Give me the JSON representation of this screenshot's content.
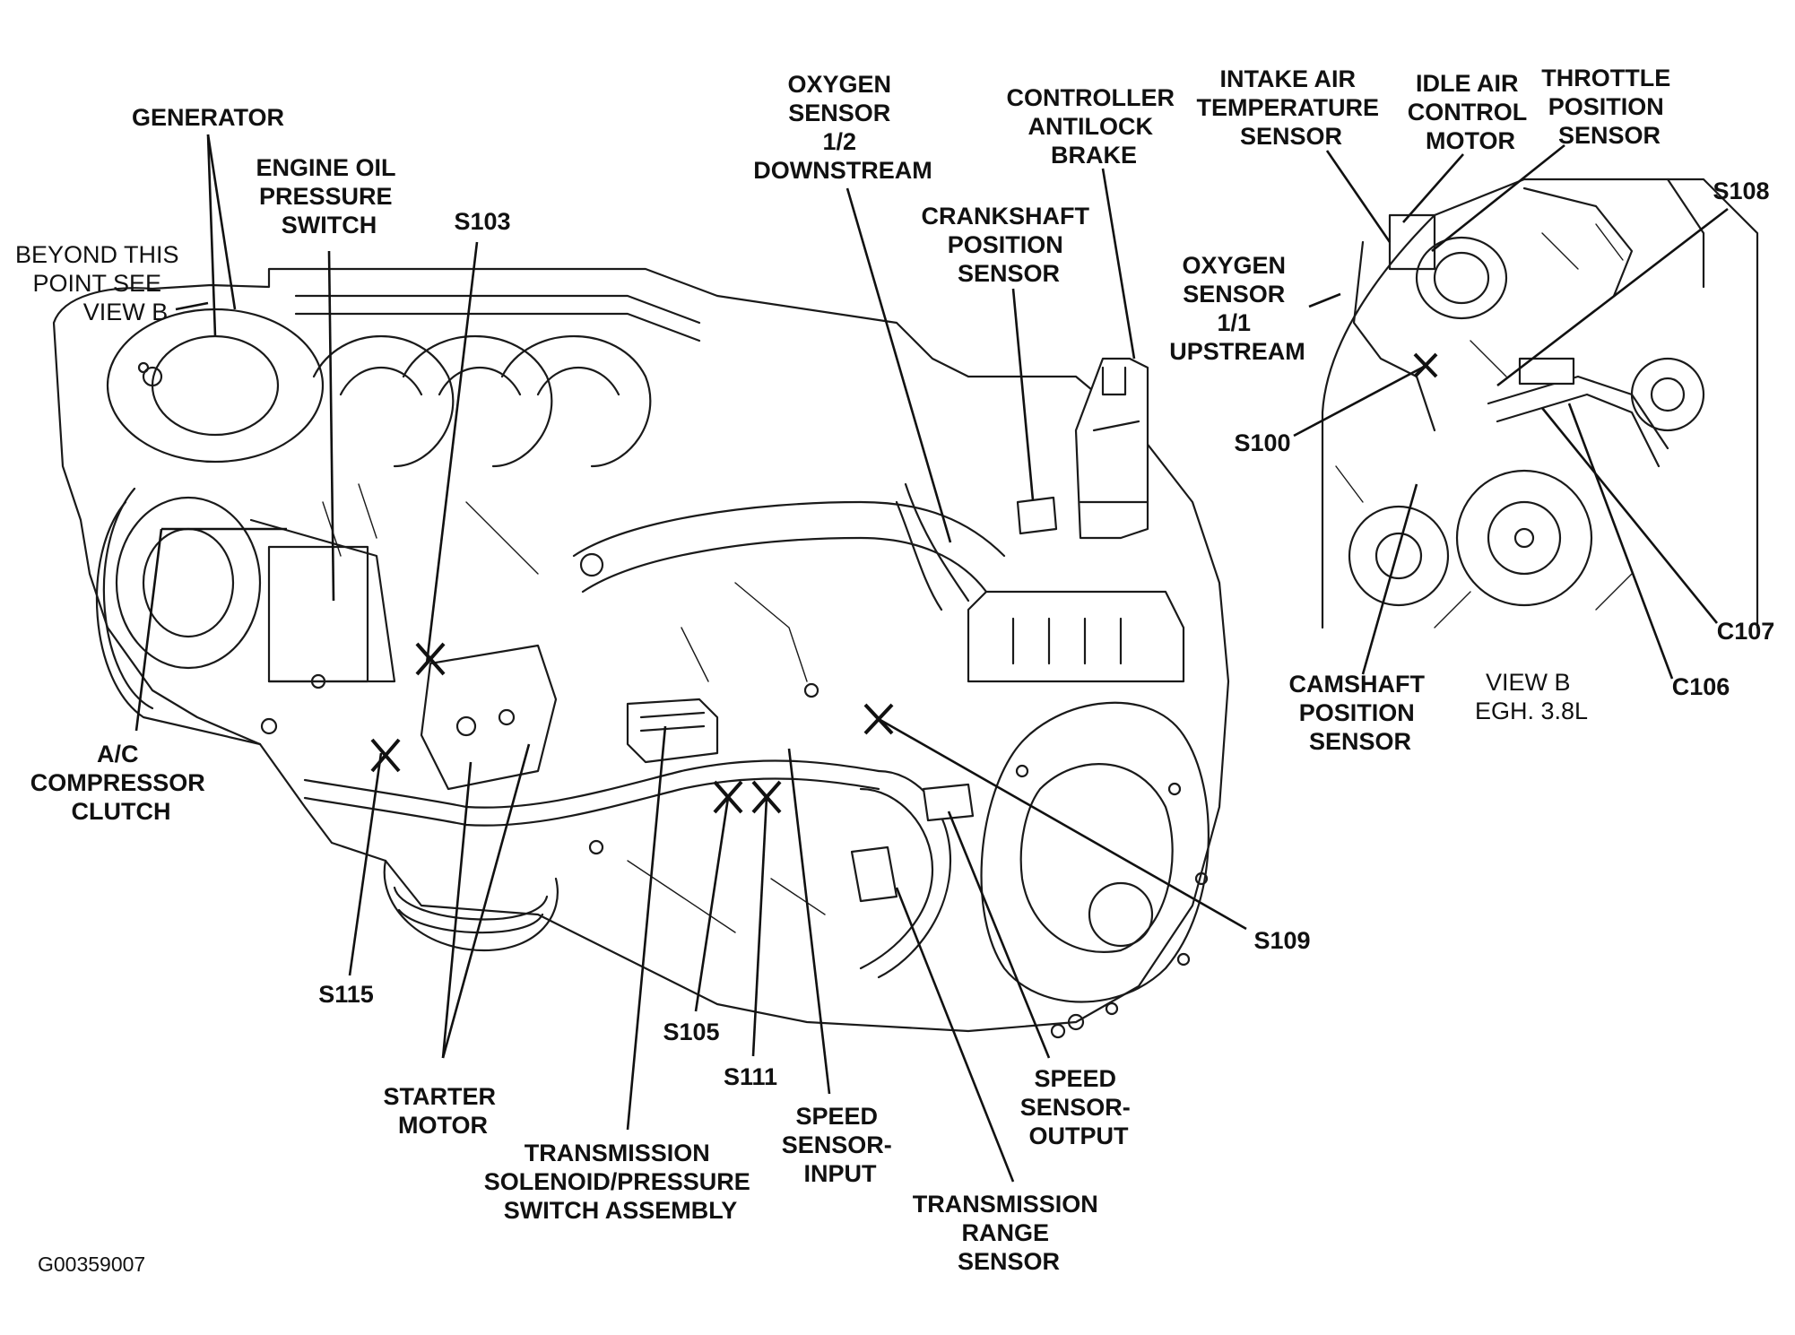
{
  "colors": {
    "ink": "#111111",
    "background": "#ffffff"
  },
  "labels": {
    "generator": [
      "GENERATOR"
    ],
    "engine_oil_pressure_switch": [
      "ENGINE OIL",
      "PRESSURE",
      "SWITCH"
    ],
    "beyond_this_point": [
      "BEYOND THIS",
      "POINT SEE",
      "VIEW B"
    ],
    "s103": [
      "S103"
    ],
    "oxygen_sensor_downstream": [
      "OXYGEN",
      "SENSOR",
      "1/2",
      "DOWNSTREAM"
    ],
    "controller_antilock_brake": [
      "CONTROLLER",
      "ANTILOCK",
      "BRAKE"
    ],
    "crankshaft_position_sensor": [
      "CRANKSHAFT",
      "POSITION",
      "SENSOR"
    ],
    "intake_air_temperature_sensor": [
      "INTAKE AIR",
      "TEMPERATURE",
      "SENSOR"
    ],
    "idle_air_control_motor": [
      "IDLE AIR",
      "CONTROL",
      "MOTOR"
    ],
    "throttle_position_sensor": [
      "THROTTLE",
      "POSITION",
      "SENSOR"
    ],
    "s108": [
      "S108"
    ],
    "oxygen_sensor_upstream": [
      "OXYGEN",
      "SENSOR",
      "1/1",
      "UPSTREAM"
    ],
    "s100": [
      "S100"
    ],
    "c107": [
      "C107"
    ],
    "c106": [
      "C106"
    ],
    "camshaft_position_sensor": [
      "CAMSHAFT",
      "POSITION",
      "SENSOR"
    ],
    "view_b": [
      "VIEW B",
      "EGH. 3.8L"
    ],
    "ac_compressor_clutch": [
      "A/C",
      "COMPRESSOR",
      "CLUTCH"
    ],
    "s115": [
      "S115"
    ],
    "starter_motor": [
      "STARTER",
      "MOTOR"
    ],
    "transmission_solenoid": [
      "TRANSMISSION",
      "SOLENOID/PRESSURE",
      "SWITCH ASSEMBLY"
    ],
    "s105": [
      "S105"
    ],
    "s111": [
      "S111"
    ],
    "speed_sensor_input": [
      "SPEED",
      "SENSOR-",
      "INPUT"
    ],
    "transmission_range_sensor": [
      "TRANSMISSION",
      "RANGE",
      "SENSOR"
    ],
    "speed_sensor_output": [
      "SPEED",
      "SENSOR-",
      "OUTPUT"
    ],
    "s109": [
      "S109"
    ]
  },
  "figure_code": "G00359007"
}
